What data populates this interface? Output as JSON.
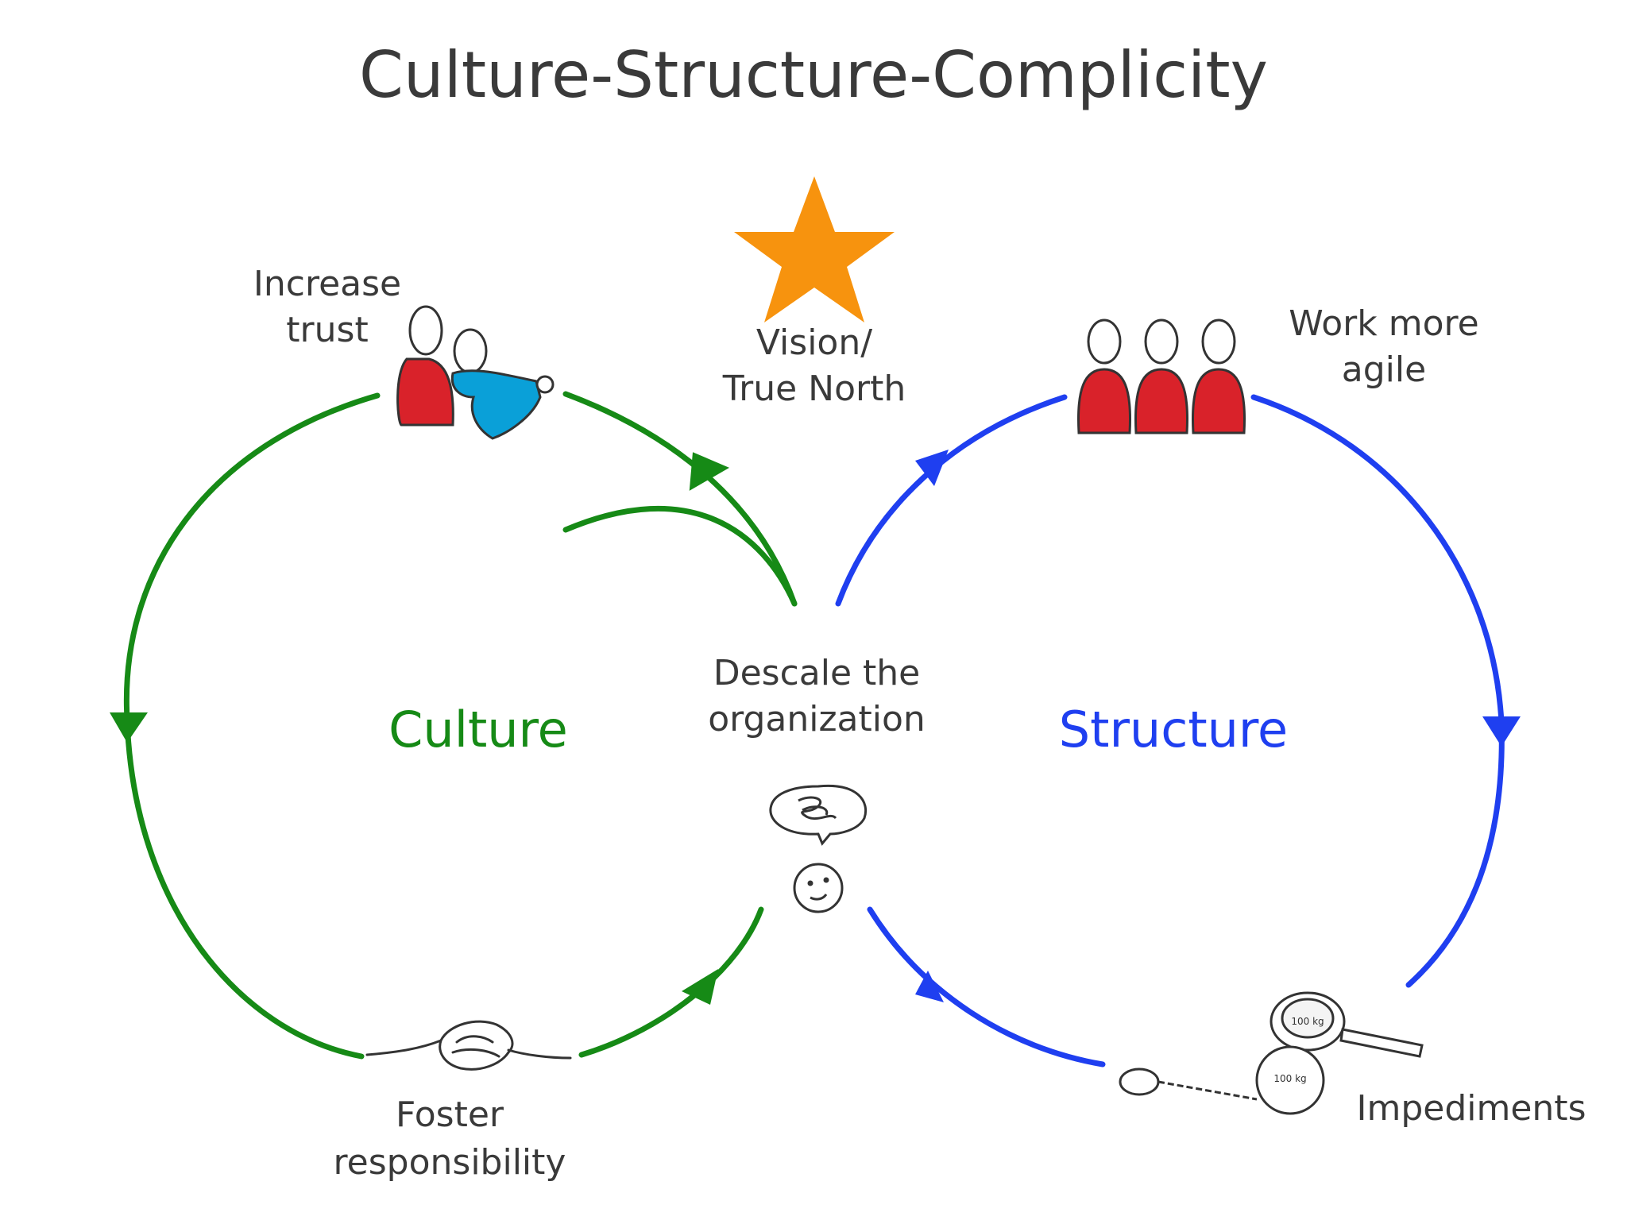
{
  "title": "Culture-Structure-Complicity",
  "labels": {
    "culture": "Culture",
    "structure": "Structure",
    "increase_trust": [
      "Increase",
      "trust"
    ],
    "vision": [
      "Vision/",
      "True North"
    ],
    "work_agile": [
      "Work more",
      "agile"
    ],
    "descale": [
      "Descale the",
      "organization"
    ],
    "foster": [
      "Foster",
      "responsibility"
    ],
    "impediments": "Impediments",
    "weight_label": "100 kg"
  },
  "colors": {
    "text": "#3a3a3a",
    "culture": "#168a16",
    "structure": "#1f3ff0",
    "star": "#f7930e",
    "figure_red": "#d9222a",
    "figure_blue": "#0aa0d8",
    "sketch": "#333333"
  },
  "icons": {
    "vision": "star-icon",
    "trust": "hugging-people-icon",
    "agile": "three-people-icon",
    "descale": "speech-bubble-face-icon",
    "foster": "handshake-icon",
    "impediments": "ball-and-chain-magnifier-icon"
  }
}
